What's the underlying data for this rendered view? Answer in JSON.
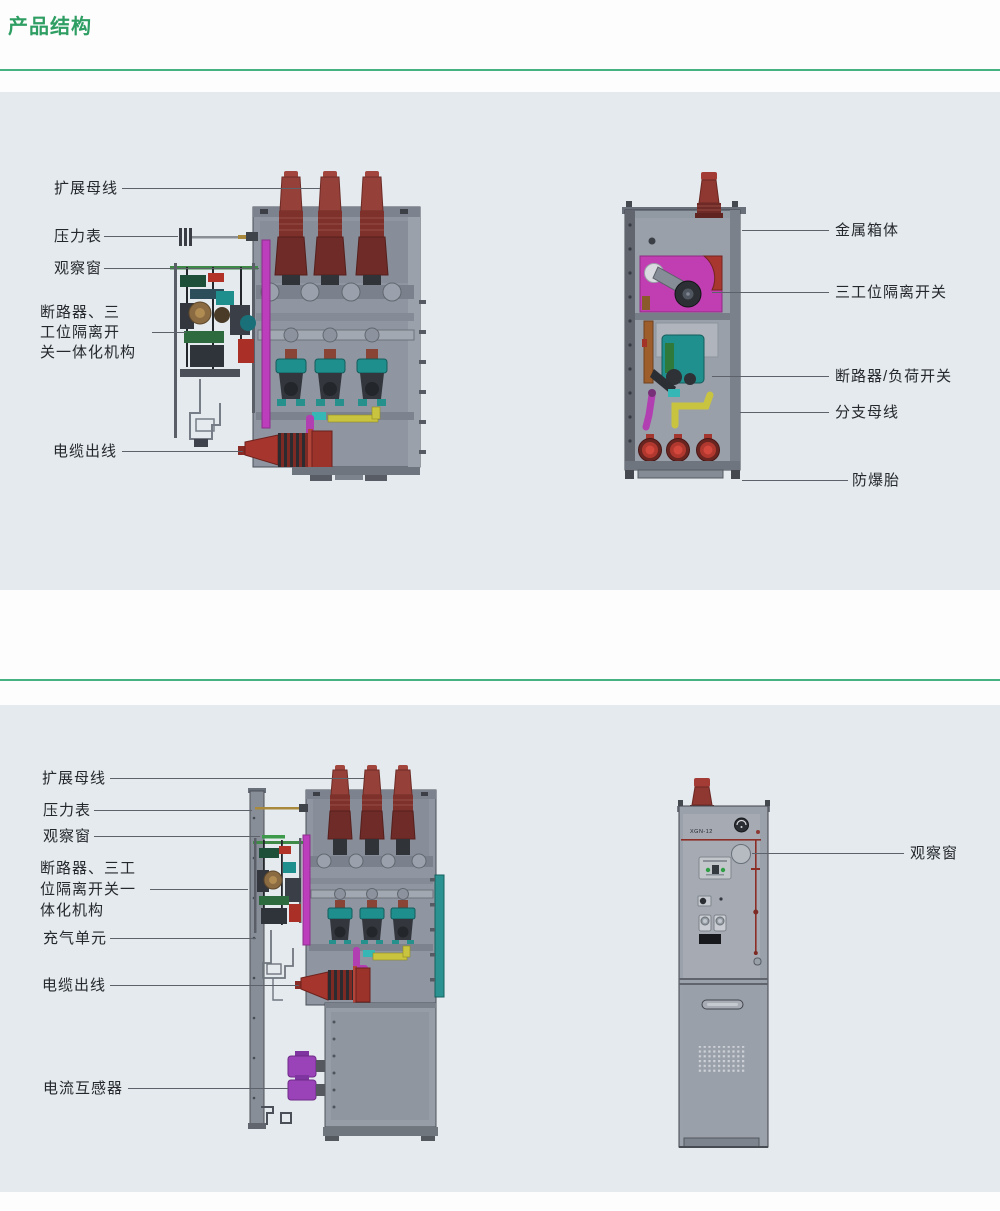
{
  "page": {
    "title": "产品结构",
    "model_label": "XGN-12"
  },
  "colors": {
    "accent_green": "#2f9e63",
    "rule_green": "#46b181",
    "panel_bg": "#e4eaed",
    "label_text": "#25282d",
    "leader_line": "#5d626a",
    "cabinet_gray": "#9199a3",
    "bushing_red": "#96403a",
    "switch_magenta": "#c13db2",
    "breaker_teal": "#1f8f8d",
    "pipe_yellow": "#c9c440",
    "ct_purple": "#9a43b8",
    "copper_bar": "#9d5e2b",
    "panel_red_line": "#8c2d26"
  },
  "panel_top": {
    "left_labels": [
      "扩展母线",
      "压力表",
      "观察窗",
      "断路器、三\n工位隔离开\n关一体化机构",
      "电缆出线"
    ],
    "right_labels": [
      "金属箱体",
      "三工位隔离开关",
      "断路器/负荷开关",
      "分支母线",
      "防爆胎"
    ]
  },
  "panel_bottom": {
    "left_labels": [
      "扩展母线",
      "压力表",
      "观察窗",
      "断路器、三工\n位隔离开关一\n体化机构",
      "充气单元",
      "电缆出线",
      "电流互感器"
    ],
    "right_labels": [
      "观察窗"
    ]
  }
}
